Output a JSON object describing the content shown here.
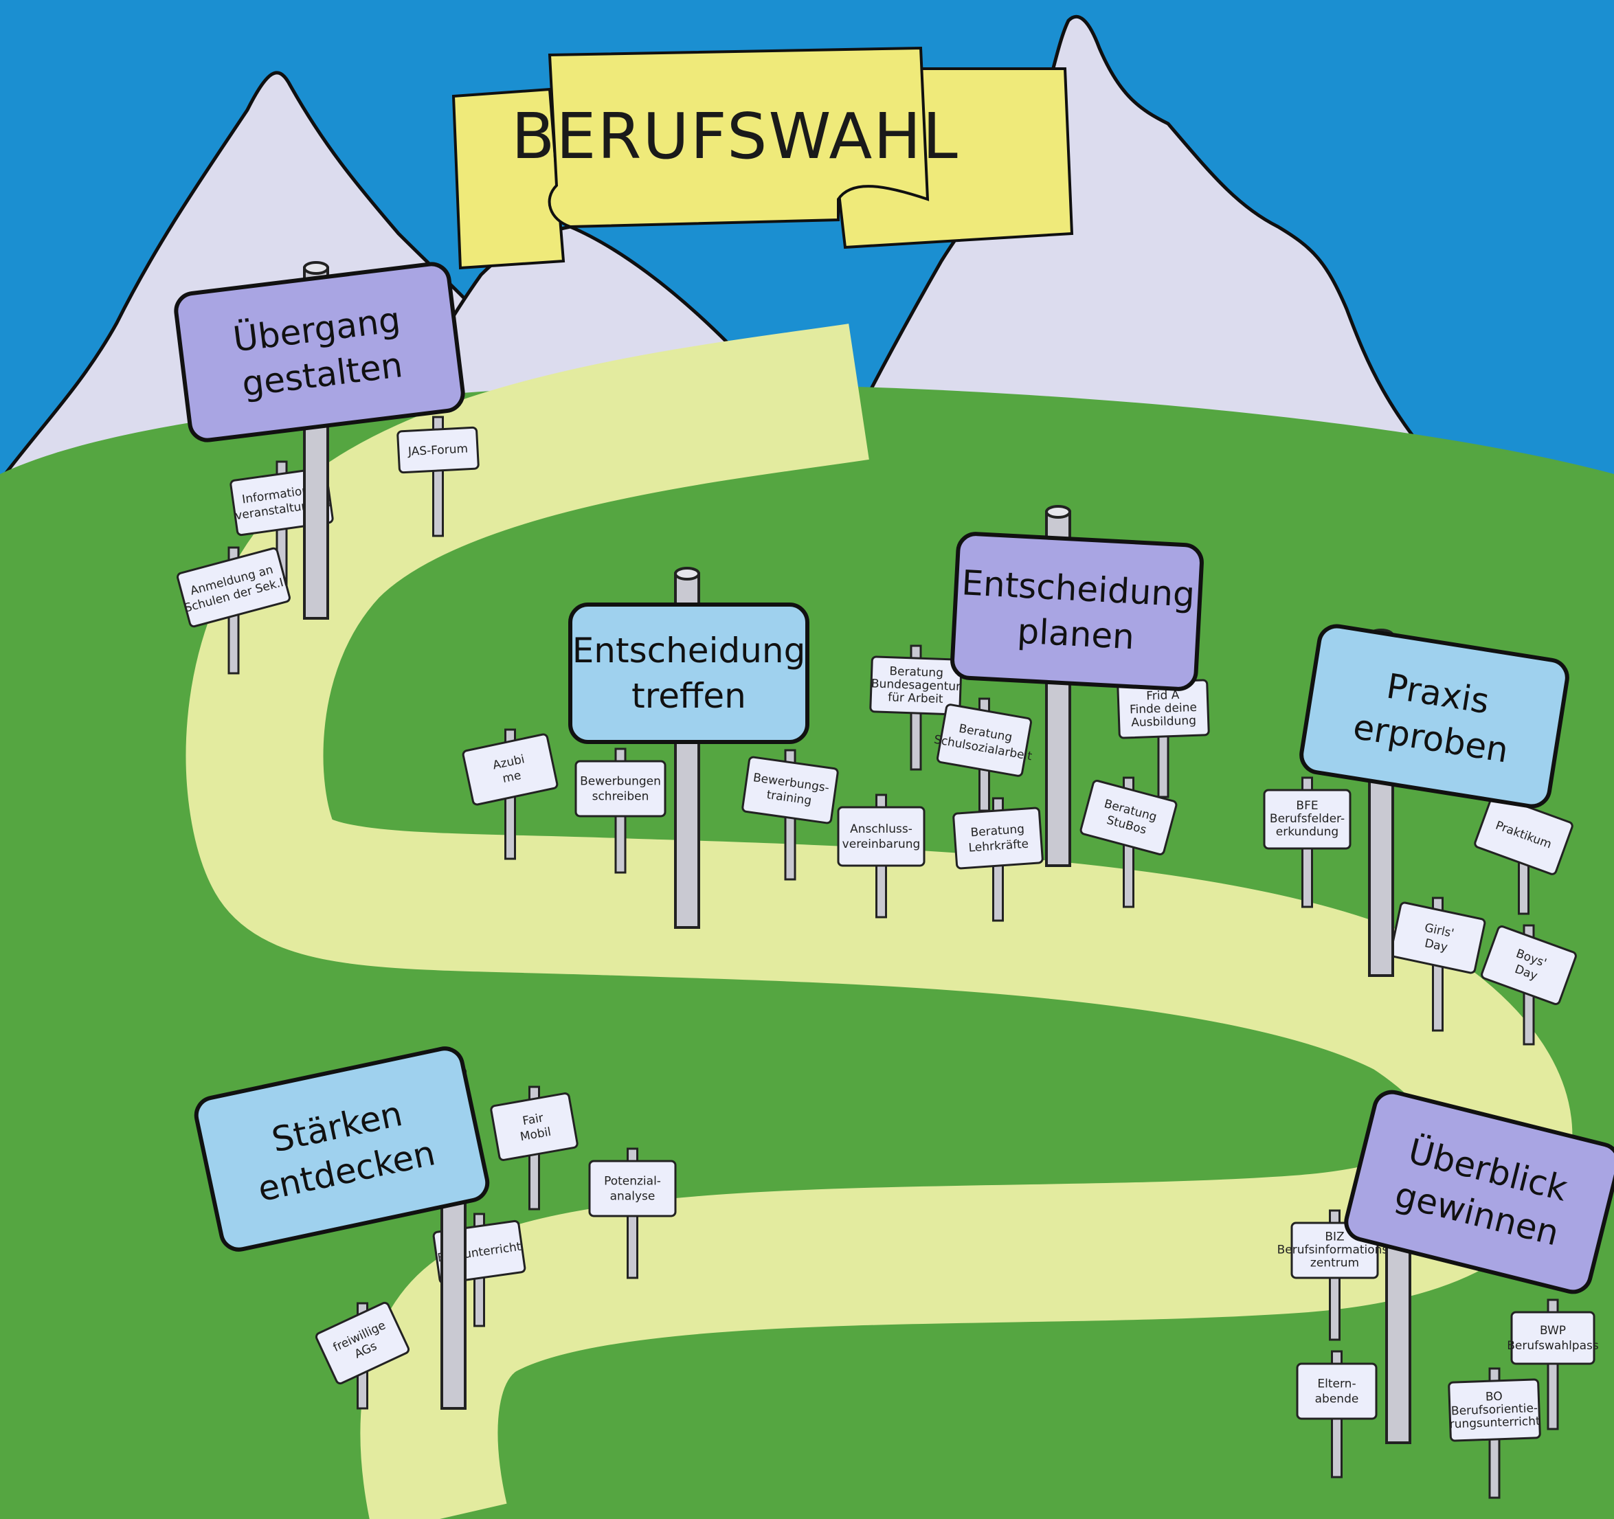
{
  "title": "BERUFSWAHL",
  "colors": {
    "sky": "#1b8fd1",
    "mountain": "#dcdcee",
    "grass": "#55a641",
    "path": "#e3eb9f",
    "banner": "#efea7a",
    "sign_purple": "#a9a5e3",
    "sign_blue": "#9fd1ee",
    "small_sign": "#eceefb",
    "post": "#c9c9d2"
  },
  "signs": [
    {
      "id": "uebergang",
      "lines": [
        "Übergang",
        "gestalten"
      ],
      "color": "purple"
    },
    {
      "id": "entscheidung-treffen",
      "lines": [
        "Entscheidung",
        "treffen"
      ],
      "color": "blue"
    },
    {
      "id": "entscheidung-planen",
      "lines": [
        "Entscheidung",
        "planen"
      ],
      "color": "purple"
    },
    {
      "id": "praxis",
      "lines": [
        "Praxis",
        "erproben"
      ],
      "color": "blue"
    },
    {
      "id": "staerken",
      "lines": [
        "Stärken",
        "entdecken"
      ],
      "color": "blue"
    },
    {
      "id": "ueberblick",
      "lines": [
        "Überblick",
        "gewinnen"
      ],
      "color": "purple"
    }
  ],
  "small_signs": [
    {
      "id": "jas-forum",
      "lines": [
        "JAS-Forum"
      ]
    },
    {
      "id": "informationsveranstaltungen",
      "lines": [
        "Informations-",
        "veranstaltungen"
      ]
    },
    {
      "id": "anmeldung",
      "lines": [
        "Anmeldung an",
        "Schulen der Sek.II"
      ]
    },
    {
      "id": "azubi-me",
      "lines": [
        "Azubi",
        "me"
      ]
    },
    {
      "id": "bewerbungen-schreiben",
      "lines": [
        "Bewerbungen",
        "schreiben"
      ]
    },
    {
      "id": "bewerbungstraining",
      "lines": [
        "Bewerbungs-",
        "training"
      ]
    },
    {
      "id": "beratung-bundesagentur",
      "lines": [
        "Beratung",
        "Bundesagentur",
        "für Arbeit"
      ]
    },
    {
      "id": "beratung-schulsozialarbeit",
      "lines": [
        "Beratung",
        "Schulsozialarbeit"
      ]
    },
    {
      "id": "anschlussvereinbarung",
      "lines": [
        "Anschluss-",
        "vereinbarung"
      ]
    },
    {
      "id": "beratung-lehrkraefte",
      "lines": [
        "Beratung",
        "Lehrkräfte"
      ]
    },
    {
      "id": "frida",
      "lines": [
        "Frid A",
        "Finde deine",
        "Ausbildung"
      ]
    },
    {
      "id": "beratung-stubos",
      "lines": [
        "Beratung",
        "StuBos"
      ]
    },
    {
      "id": "bfe",
      "lines": [
        "BFE",
        "Berufsfelder-",
        "erkundung"
      ]
    },
    {
      "id": "praktikum",
      "lines": [
        "Praktikum"
      ]
    },
    {
      "id": "girls-day",
      "lines": [
        "Girls'",
        "Day"
      ]
    },
    {
      "id": "boys-day",
      "lines": [
        "Boys'",
        "Day"
      ]
    },
    {
      "id": "fair-mobil",
      "lines": [
        "Fair",
        "Mobil"
      ]
    },
    {
      "id": "potenzialanalyse",
      "lines": [
        "Potenzial-",
        "analyse"
      ]
    },
    {
      "id": "fachunterricht",
      "lines": [
        "Fachunterricht"
      ]
    },
    {
      "id": "freiwillige-ags",
      "lines": [
        "freiwillige",
        "AGs"
      ]
    },
    {
      "id": "biz",
      "lines": [
        "BIZ",
        "Berufsinformations-",
        "zentrum"
      ]
    },
    {
      "id": "bwp",
      "lines": [
        "BWP",
        "Berufswahlpass"
      ]
    },
    {
      "id": "elternabende",
      "lines": [
        "Eltern-",
        "abende"
      ]
    },
    {
      "id": "bo",
      "lines": [
        "BO",
        "Berufsorientie-",
        "rungsunterricht"
      ]
    }
  ]
}
